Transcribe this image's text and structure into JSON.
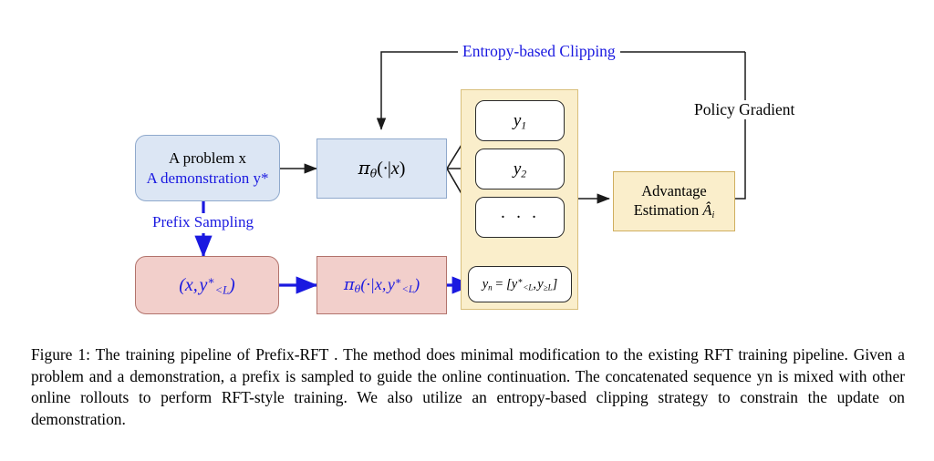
{
  "figure": {
    "nodes": {
      "input_box": {
        "line1": "A problem x",
        "line2": "A demonstration y*"
      },
      "policy_online": {
        "label": "πθ(·|x)"
      },
      "prefix_pair": {
        "label": "(x, y*<L)"
      },
      "policy_prefix": {
        "label": "πθ(·|x, y*<L)"
      },
      "rollout_1": {
        "label": "y1"
      },
      "rollout_2": {
        "label": "y2"
      },
      "rollout_dots": {
        "label": "· · ·"
      },
      "rollout_concat": {
        "label": "yn = [y*<L, y≥L]"
      },
      "advantage": {
        "line1": "Advantage",
        "line2": "Estimation Âi"
      }
    },
    "edge_labels": {
      "entropy_clipping": "Entropy-based Clipping",
      "prefix_sampling": "Prefix Sampling",
      "policy_gradient": "Policy Gradient"
    },
    "colors": {
      "blue_fill": "#dce6f4",
      "blue_border": "#8fa9cc",
      "pink_fill": "#f2cfcb",
      "pink_border": "#b2736c",
      "yellow_fill": "#faeecb",
      "yellow_border": "#cfae5f",
      "accent_blue": "#1a19e0",
      "arrow_black": "#1b1b1b"
    }
  },
  "caption": {
    "prefix": "Figure 1:",
    "text": " The training pipeline of Prefix-RFT . The method does minimal modification to the existing RFT training pipeline. Given a problem and a demonstration, a prefix is sampled to guide the online continuation. The concatenated sequence yn is mixed with other online rollouts to perform RFT-style training. We also utilize an entropy-based clipping strategy to constrain the update on demonstration."
  }
}
